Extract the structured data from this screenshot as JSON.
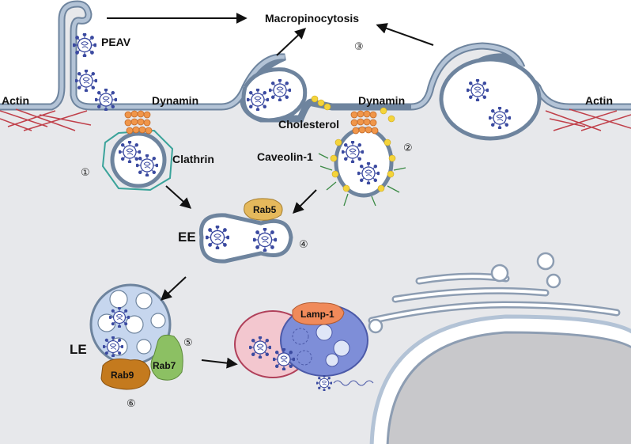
{
  "labels": {
    "virus": "PEAV",
    "macropinocytosis": "Macropinocytosis",
    "actin_left": "Actin",
    "actin_right": "Actin",
    "dynamin_left": "Dynamin",
    "dynamin_right": "Dynamin",
    "cholesterol": "Cholesterol",
    "clathrin": "Clathrin",
    "caveolin": "Caveolin-1",
    "rab5": "Rab5",
    "ee": "EE",
    "le": "LE",
    "rab7": "Rab7",
    "rab9": "Rab9",
    "lamp1": "Lamp-1"
  },
  "steps": [
    "①",
    "②",
    "③",
    "④",
    "⑤",
    "⑥"
  ],
  "colors": {
    "cytoplasm": "#e7e8eb",
    "membrane": "#b3c3d6",
    "membrane_edge": "#6e849e",
    "virus": "#3b4aa0",
    "dynamin": "#f0964a",
    "cholesterol": "#f4d43a",
    "clathrin": "#3aa39a",
    "rab5": "#e5b95c",
    "rab7": "#8cc063",
    "rab9": "#c47a1e",
    "lamp1": "#f08a5a",
    "nucleus": "#c8c8cb",
    "actin": "#c0404a"
  }
}
